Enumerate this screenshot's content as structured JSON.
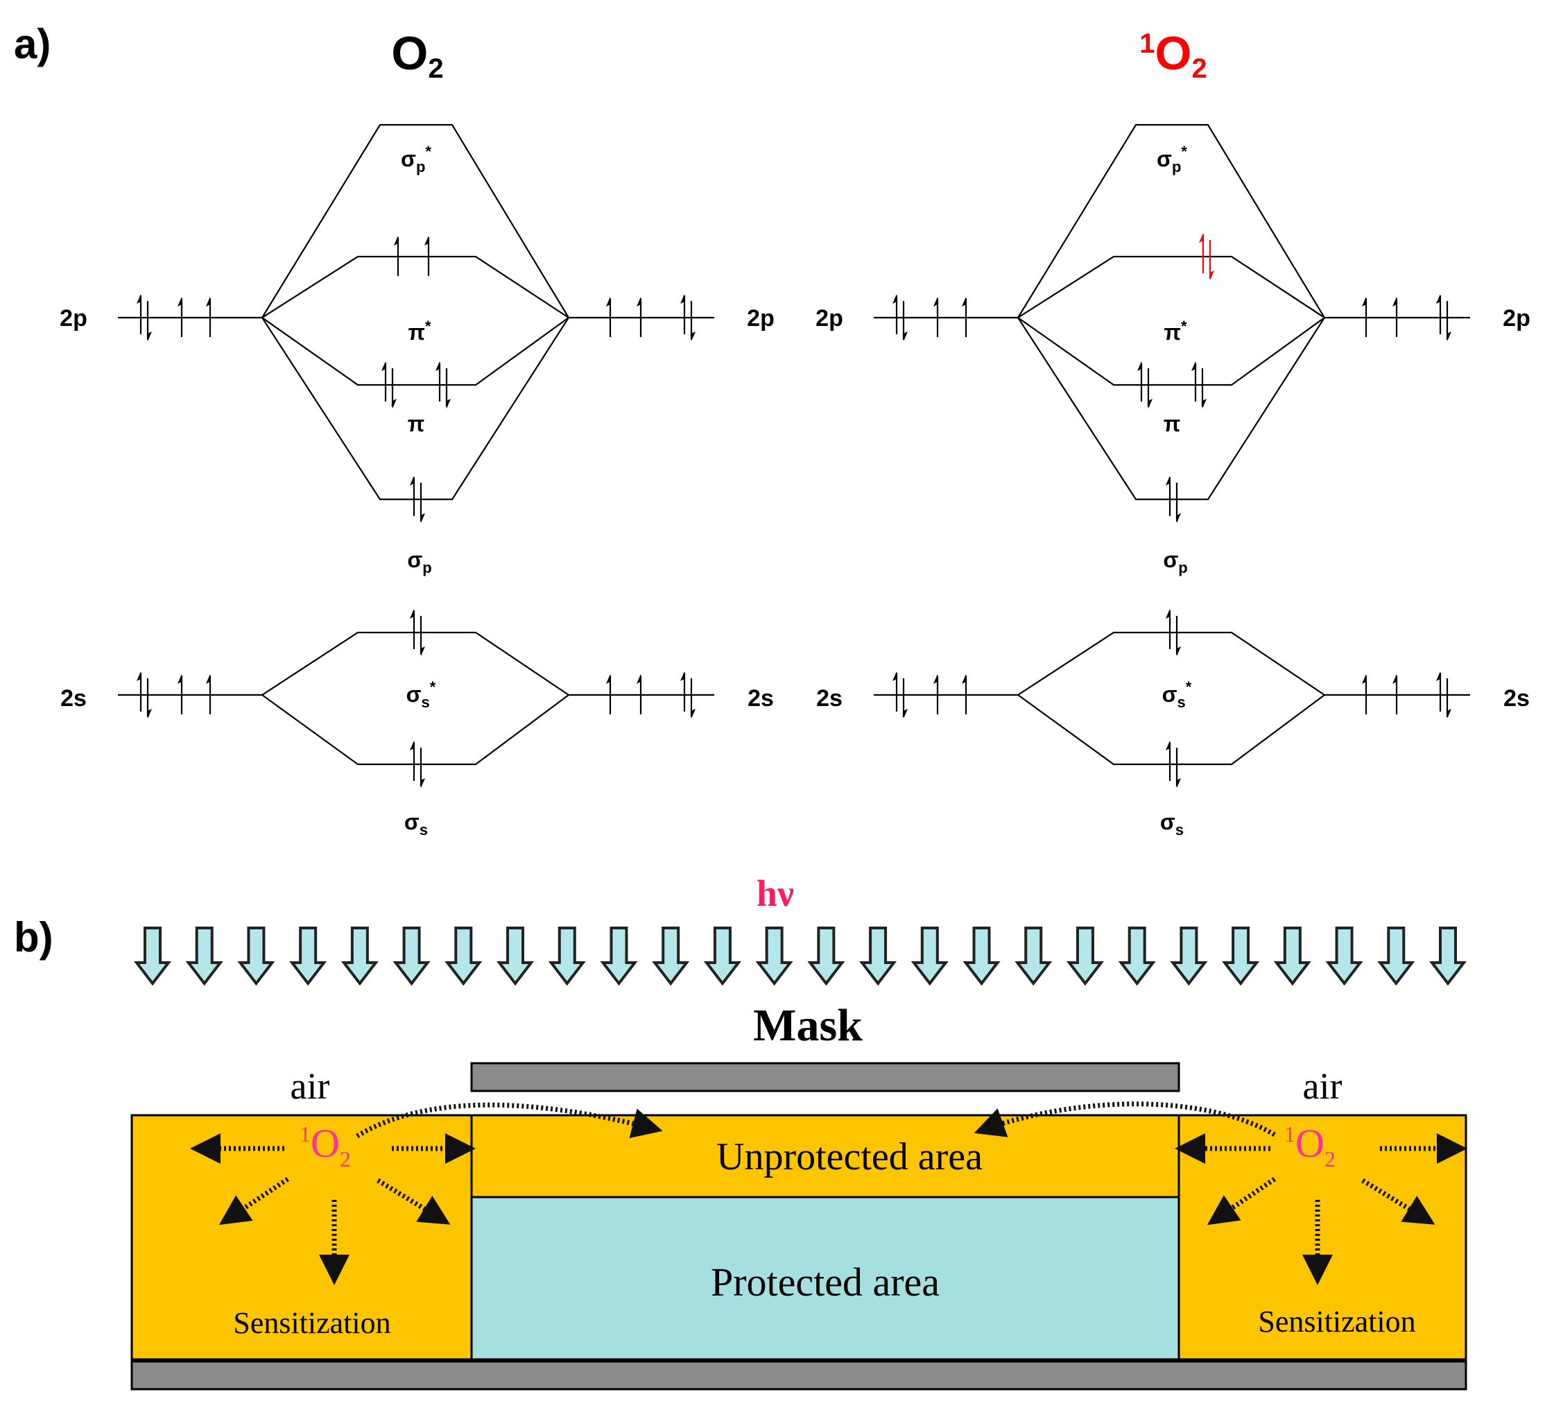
{
  "panel_a": {
    "label": "a)",
    "diagrams": [
      {
        "title_main": "O",
        "title_sub": "2",
        "title_sup": "",
        "title_color": "#000000",
        "pi_star_color": "#000000",
        "pi_star_spin": "parallel"
      },
      {
        "title_main": "O",
        "title_sub": "2",
        "title_sup": "1",
        "title_color": "#ff0000",
        "pi_star_color": "#ff0000",
        "pi_star_spin": "paired"
      }
    ],
    "atomic_labels": {
      "p": "2p",
      "s": "2s"
    },
    "orbitals": {
      "sigma_p_star": {
        "main": "σ",
        "sub": "p",
        "sup": "*"
      },
      "pi_star": {
        "main": "π",
        "sup": "*"
      },
      "pi": {
        "main": "π"
      },
      "sigma_p": {
        "main": "σ",
        "sub": "p"
      },
      "sigma_s_star": {
        "main": "σ",
        "sub": "s",
        "sup": "*"
      },
      "sigma_s": {
        "main": "σ",
        "sub": "s"
      }
    }
  },
  "panel_b": {
    "label": "b)",
    "light": {
      "text": "hν",
      "color": "#ff1a66",
      "arrow_count": 26,
      "arrow_fill": "#b4e6ea"
    },
    "mask_label": "Mask",
    "air_label": "air",
    "singlet": {
      "main": "O",
      "sub": "2",
      "sup": "1",
      "color": "#ff2ea0"
    },
    "unprotected_label": "Unprotected area",
    "protected_label": "Protected area",
    "sensitization_label": "Sensitization",
    "colors": {
      "film": "#fdc500",
      "protected": "#a6dfe0",
      "substrate": "#8c8c8c"
    }
  }
}
